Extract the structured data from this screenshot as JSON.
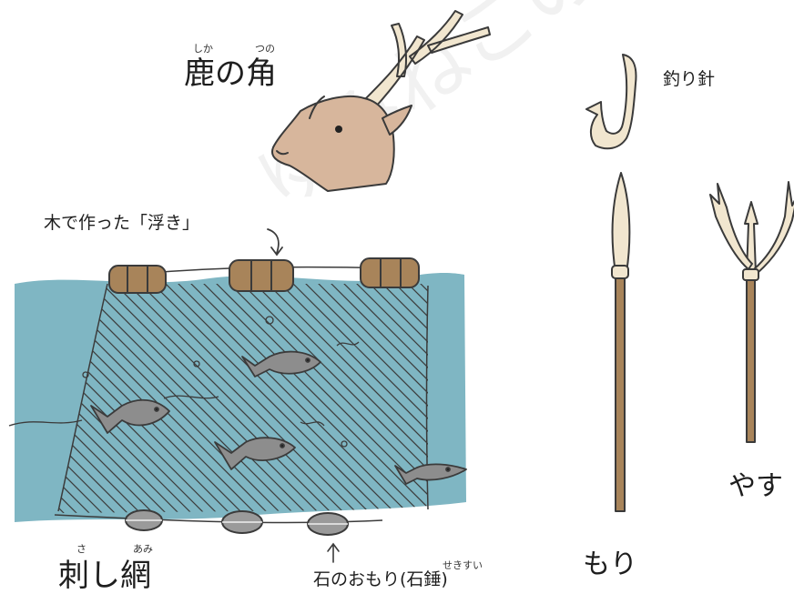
{
  "watermark": "ゆみねこの教科書",
  "labels": {
    "deer_antler": "鹿の角",
    "deer_antler_ruby_shika": "しか",
    "deer_antler_ruby_tsuno": "つの",
    "fishhook": "釣り針",
    "wooden_float": "木で作った「浮き」",
    "gill_net": "刺し網",
    "gill_net_ruby_sa": "さ",
    "gill_net_ruby_ami": "あみ",
    "stone_sinker": "石のおもり(石錘)",
    "stone_sinker_ruby": "せきすい",
    "spear": "もり",
    "trident": "やす"
  },
  "colors": {
    "water": "#7fb6c3",
    "net_line": "#3b3b3b",
    "wood": "#a8845a",
    "antler": "#f1e6cf",
    "deer": "#d7b69c",
    "fish": "#8d8d8d",
    "stone": "#9a9a9a"
  }
}
